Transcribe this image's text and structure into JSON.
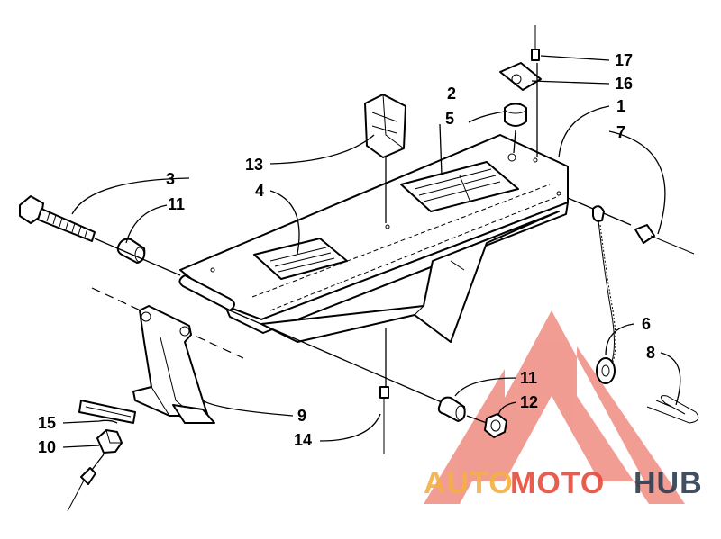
{
  "callouts": [
    {
      "id": "17",
      "label": "17"
    },
    {
      "id": "16",
      "label": "16"
    },
    {
      "id": "1",
      "label": "1"
    },
    {
      "id": "2",
      "label": "2"
    },
    {
      "id": "5",
      "label": "5"
    },
    {
      "id": "7",
      "label": "7"
    },
    {
      "id": "13",
      "label": "13"
    },
    {
      "id": "3",
      "label": "3"
    },
    {
      "id": "11a",
      "label": "11"
    },
    {
      "id": "4",
      "label": "4"
    },
    {
      "id": "6",
      "label": "6"
    },
    {
      "id": "8",
      "label": "8"
    },
    {
      "id": "11b",
      "label": "11"
    },
    {
      "id": "12",
      "label": "12"
    },
    {
      "id": "9",
      "label": "9"
    },
    {
      "id": "15",
      "label": "15"
    },
    {
      "id": "14",
      "label": "14"
    },
    {
      "id": "10",
      "label": "10"
    }
  ],
  "watermark": {
    "word_a": "AUTO",
    "word_b": "MOTO",
    "word_c": "HUB",
    "color_a": "#f5b041",
    "color_b": "#e74c3c",
    "color_c": "#2c3e50",
    "triangle_color": "#e74c3c"
  },
  "colors": {
    "ink": "#000000",
    "paper": "#ffffff"
  }
}
